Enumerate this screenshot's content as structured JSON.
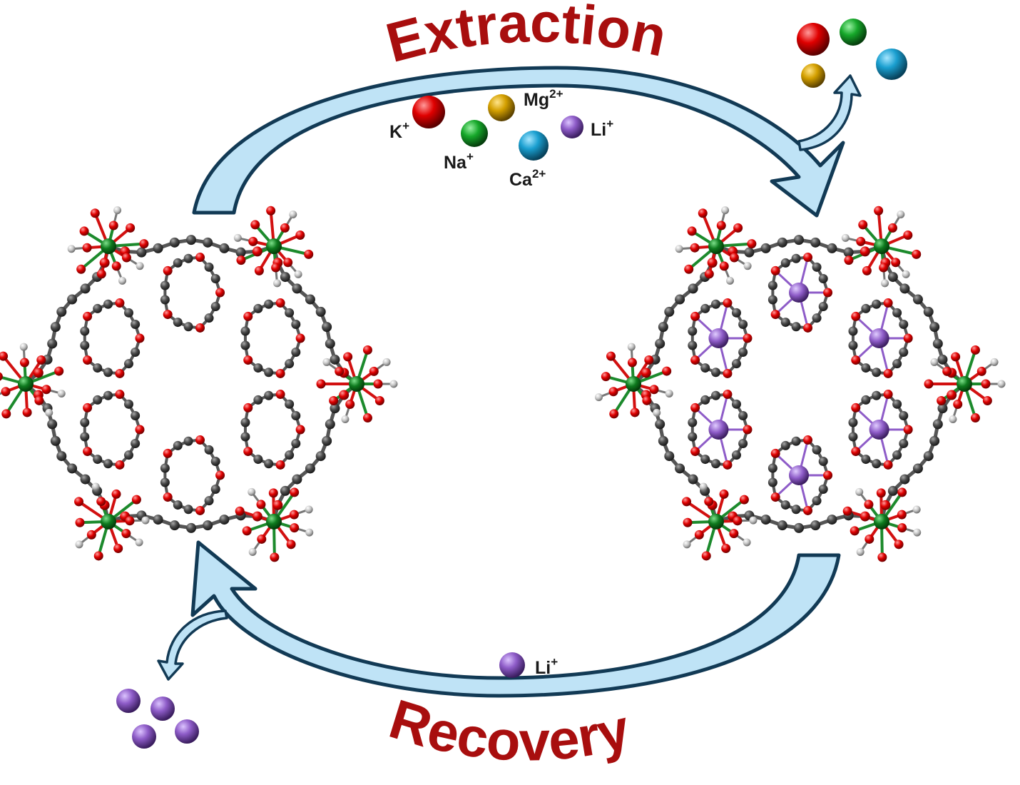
{
  "cycle": {
    "top_label": "Extraction",
    "bottom_label": "Recovery"
  },
  "ions": {
    "k": {
      "base": "K",
      "charge": "+",
      "color": "#d40000"
    },
    "na": {
      "base": "Na",
      "charge": "+",
      "color": "#14a028"
    },
    "mg": {
      "base": "Mg",
      "charge": "2+",
      "color": "#d4a000"
    },
    "ca": {
      "base": "Ca",
      "charge": "2+",
      "color": "#1a9fd0"
    },
    "li": {
      "base": "Li",
      "charge": "+",
      "color": "#8e5cc8"
    }
  },
  "atom_colors": {
    "oxygen": "#e00000",
    "carbon": "#4a4a4a",
    "hydrogen": "#bdbdbd",
    "metal": "#0e7a1e",
    "lithium": "#8e5cc8"
  },
  "arrow_colors": {
    "fill": "#bfe3f6",
    "stroke": "#123a55"
  }
}
